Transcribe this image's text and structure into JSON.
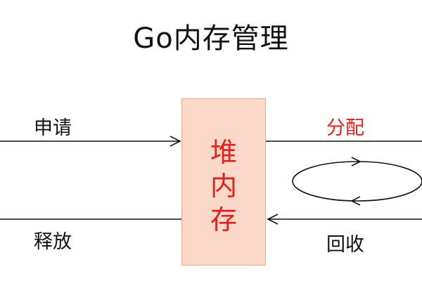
{
  "title": "Go内存管理",
  "heap": {
    "label": "堆\n内\n存"
  },
  "labels": {
    "request": "申请",
    "release": "释放",
    "allocate": "分配",
    "collect": "回收"
  },
  "colors": {
    "heap_fill": "#fbd8c8",
    "heap_border": "#e9a98e",
    "accent": "#e0201e",
    "line": "#111111"
  }
}
